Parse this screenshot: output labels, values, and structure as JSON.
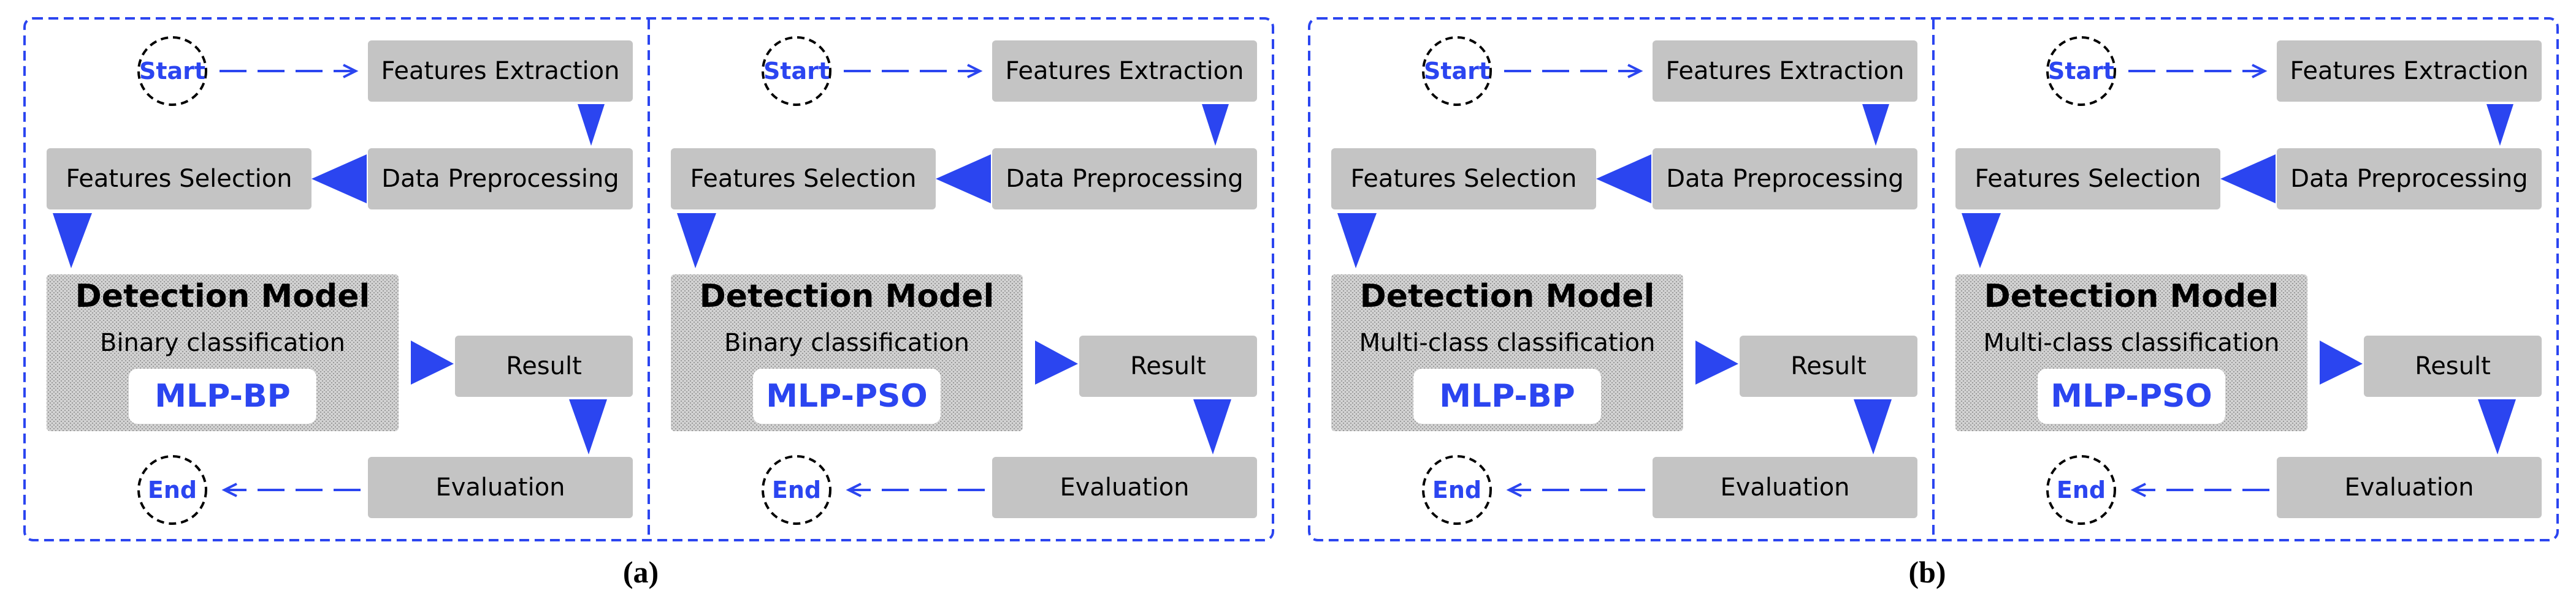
{
  "colors": {
    "accent": "#2b45f0",
    "box_fill": "#c4c4c4",
    "model_fill": "#d2d2d2",
    "model_dots": "#9a9a9a",
    "circle_border": "#000000",
    "text": "#000000"
  },
  "panels": [
    {
      "caption": "(a)",
      "halves": [
        {
          "start": "Start",
          "features_extraction": "Features Extraction",
          "data_preprocessing": "Data Preprocessing",
          "features_selection": "Features Selection",
          "model_title": "Detection Model",
          "classification": "Binary classification",
          "algorithm": "MLP-BP",
          "result": "Result",
          "evaluation": "Evaluation",
          "end": "End"
        },
        {
          "start": "Start",
          "features_extraction": "Features Extraction",
          "data_preprocessing": "Data Preprocessing",
          "features_selection": "Features Selection",
          "model_title": "Detection Model",
          "classification": "Binary classification",
          "algorithm": "MLP-PSO",
          "result": "Result",
          "evaluation": "Evaluation",
          "end": "End"
        }
      ]
    },
    {
      "caption": "(b)",
      "halves": [
        {
          "start": "Start",
          "features_extraction": "Features Extraction",
          "data_preprocessing": "Data Preprocessing",
          "features_selection": "Features Selection",
          "model_title": "Detection Model",
          "classification": "Multi-class classification",
          "algorithm": "MLP-BP",
          "result": "Result",
          "evaluation": "Evaluation",
          "end": "End"
        },
        {
          "start": "Start",
          "features_extraction": "Features Extraction",
          "data_preprocessing": "Data Preprocessing",
          "features_selection": "Features Selection",
          "model_title": "Detection Model",
          "classification": "Multi-class classification",
          "algorithm": "MLP-PSO",
          "result": "Result",
          "evaluation": "Evaluation",
          "end": "End"
        }
      ]
    }
  ]
}
